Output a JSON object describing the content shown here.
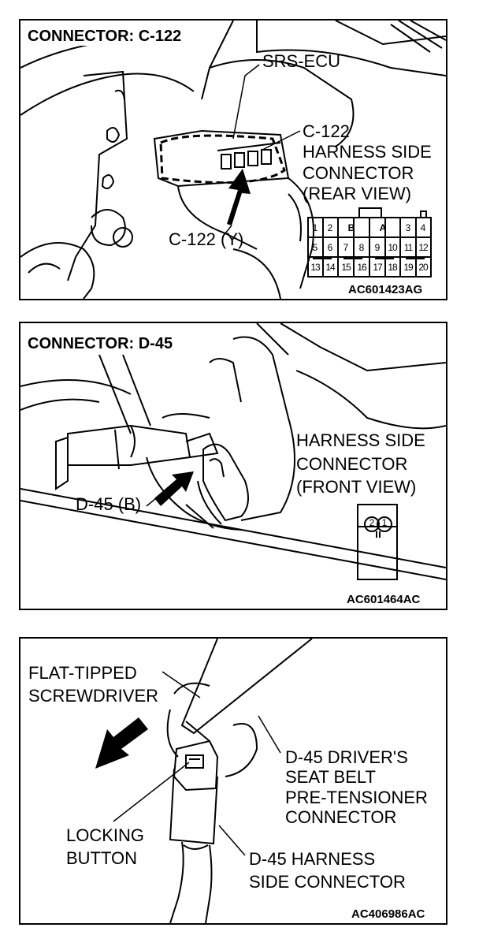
{
  "panel1": {
    "title": "CONNECTOR: C-122",
    "srs_ecu": "SRS-ECU",
    "callout": "C-122\nHARNESS SIDE\nCONNECTOR\n(REAR VIEW)",
    "connector_label": "C-122 (Y)",
    "code": "AC601423AG",
    "pins_top": [
      "1",
      "2",
      "B",
      "A",
      "3",
      "4"
    ],
    "pins_mid": [
      "5",
      "6",
      "7",
      "8",
      "9",
      "10",
      "11",
      "12"
    ],
    "pins_bot": [
      "13",
      "14",
      "15",
      "16",
      "17",
      "18",
      "19",
      "20"
    ]
  },
  "panel2": {
    "title": "CONNECTOR: D-45",
    "callout": "HARNESS SIDE\nCONNECTOR\n(FRONT VIEW)",
    "connector_label": "D-45 (B)",
    "pins": [
      "2",
      "1"
    ],
    "code": "AC601464AC"
  },
  "panel3": {
    "screwdriver": "FLAT-TIPPED\nSCREWDRIVER",
    "pretensioner": "D-45 DRIVER'S\nSEAT BELT\nPRE-TENSIONER\nCONNECTOR",
    "locking": "LOCKING\nBUTTON",
    "harness": "D-45 HARNESS\nSIDE CONNECTOR",
    "code": "AC406986AC"
  }
}
